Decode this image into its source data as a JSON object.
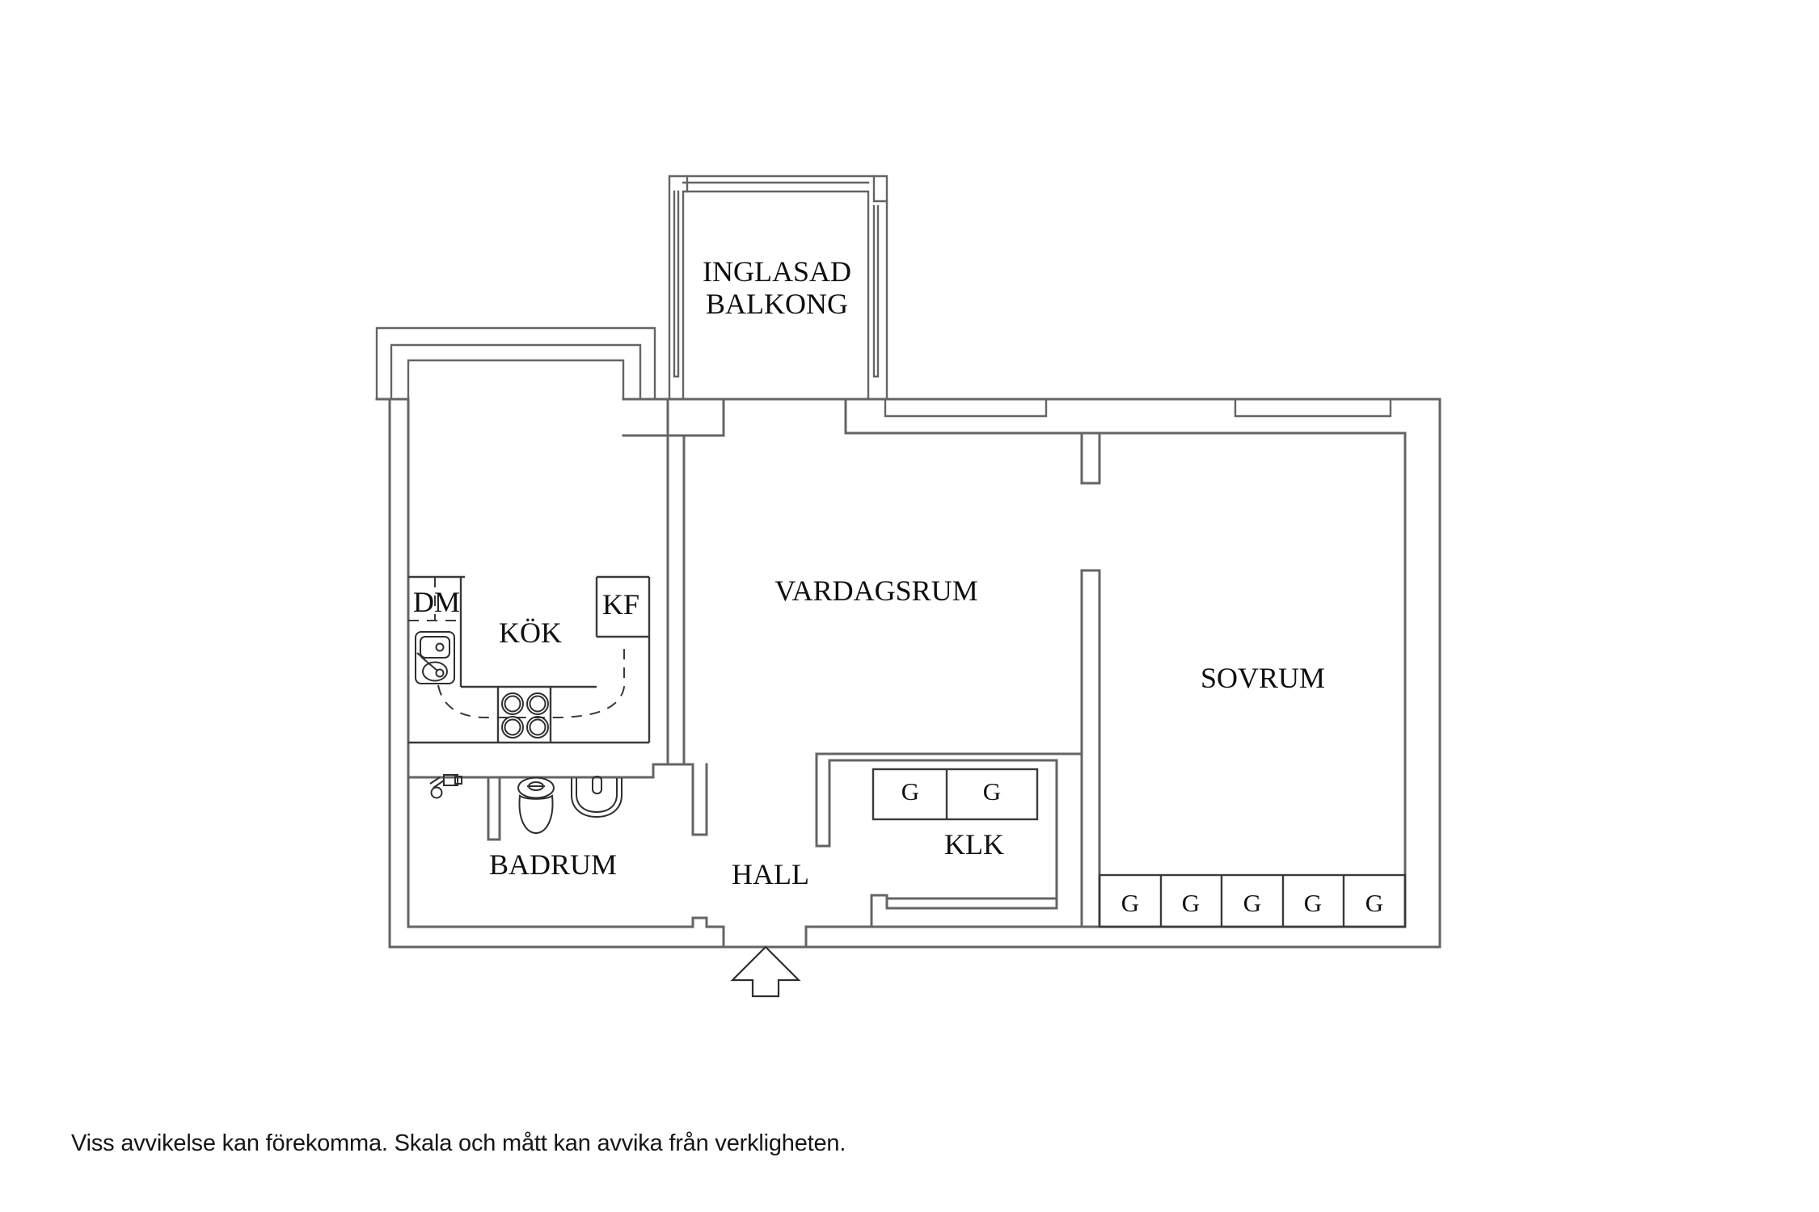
{
  "colors": {
    "background": "#ffffff",
    "wall_line": "#646464",
    "fixture_line": "#2e2e2e",
    "text": "#0f0f0f"
  },
  "balcony": {
    "label_line1": "INGLASAD",
    "label_line2": "BALKONG"
  },
  "rooms": {
    "living_room": "VARDAGSRUM",
    "kitchen": "KÖK",
    "bedroom": "SOVRUM",
    "bathroom": "BADRUM",
    "hall": "HALL",
    "closet": "KLK"
  },
  "kitchen_appliances": {
    "dishwasher": "DM",
    "fridge_freezer": "KF"
  },
  "closet_wardrobes": [
    "G",
    "G"
  ],
  "bedroom_wardrobes": [
    "G",
    "G",
    "G",
    "G",
    "G"
  ],
  "footer": {
    "disclaimer": "Viss avvikelse kan förekomma. Skala och mått kan avvika från verkligheten."
  }
}
